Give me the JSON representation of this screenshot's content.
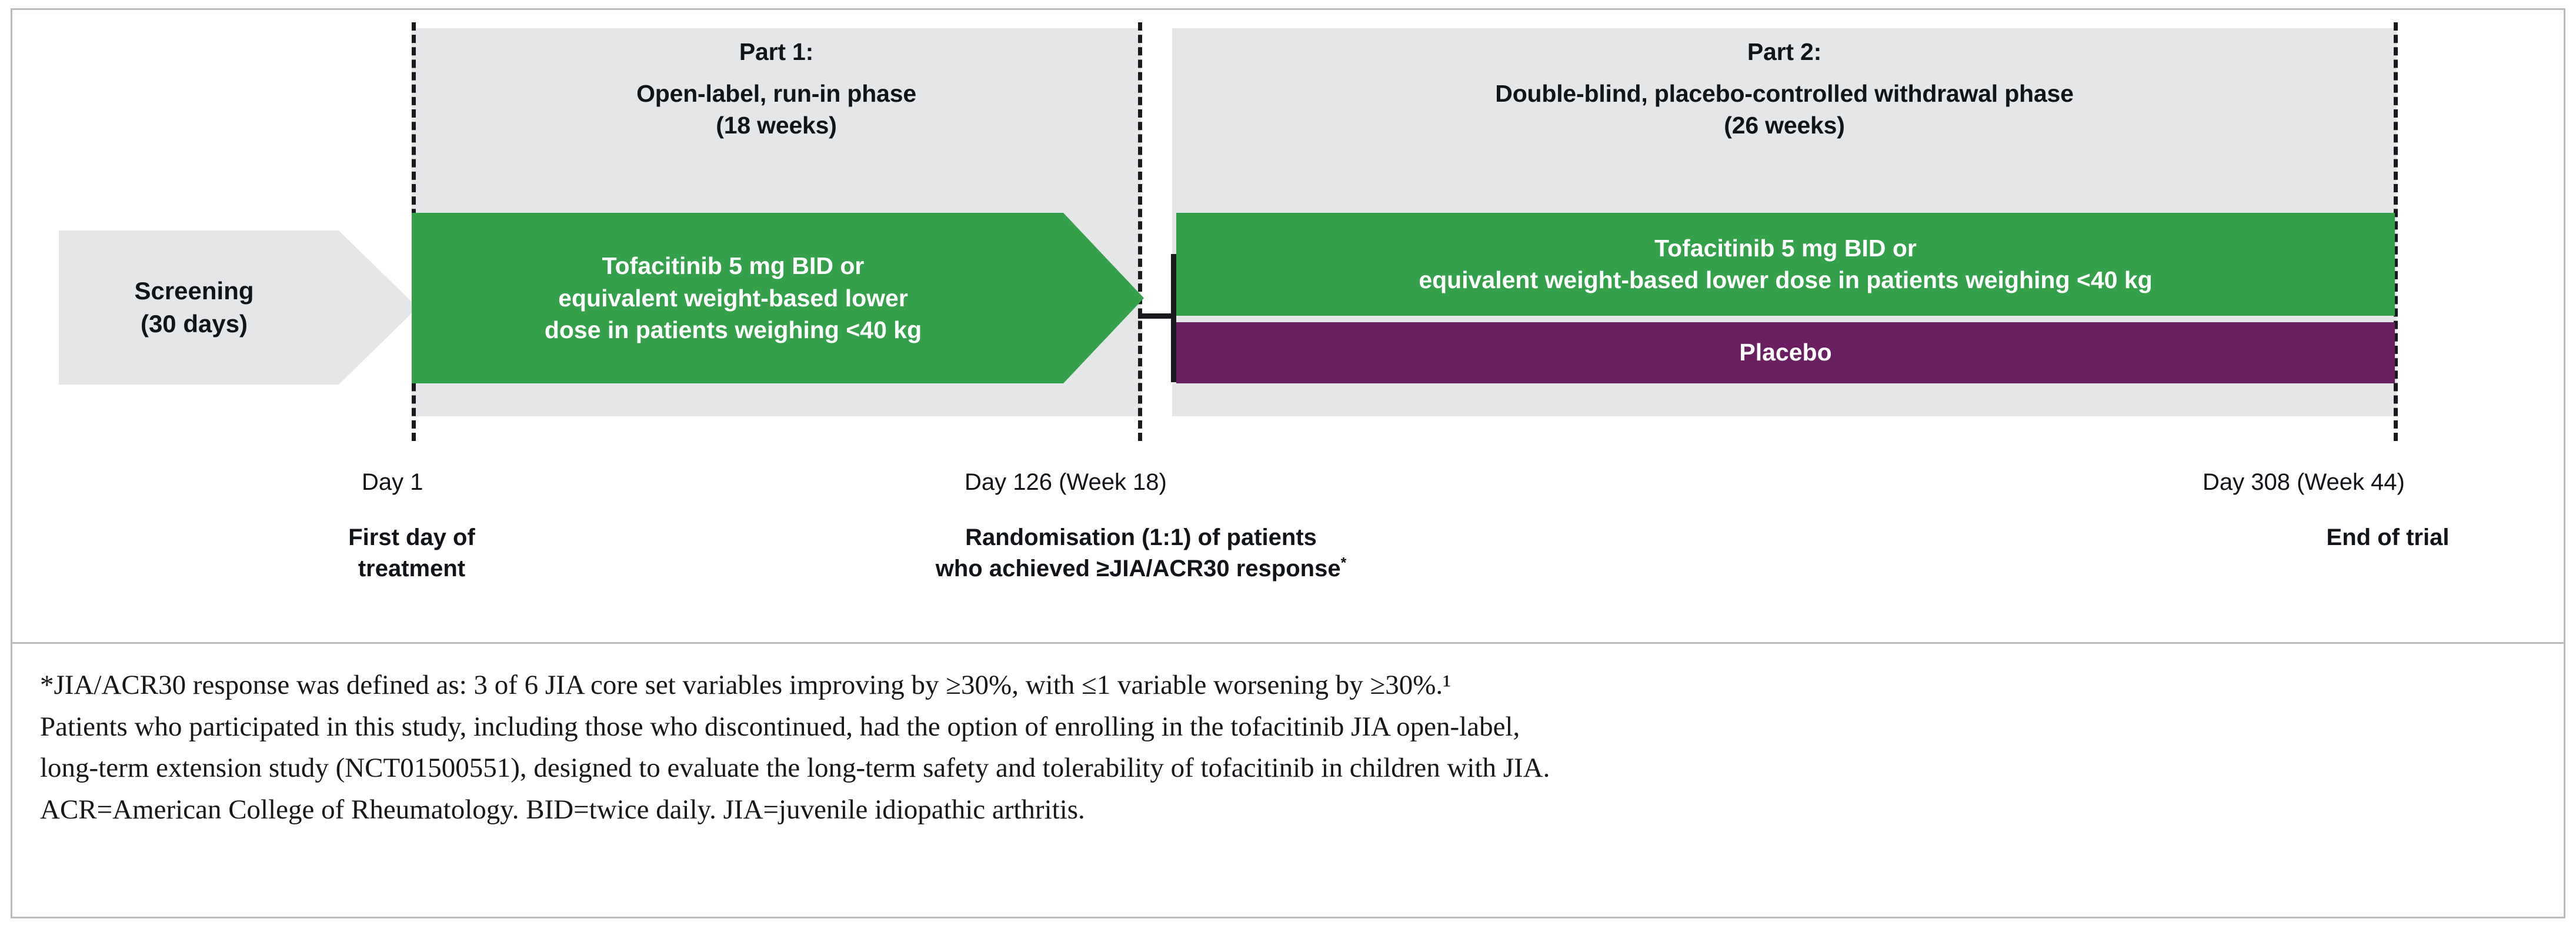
{
  "diagram": {
    "type": "clinical-trial-design-schematic",
    "screening": {
      "line1": "Screening",
      "line2": "(30 days)"
    },
    "part1": {
      "title": "Part 1:",
      "subtitle": "Open-label, run-in phase",
      "duration": "(18 weeks)",
      "arm": {
        "line1": "Tofacitinib 5 mg BID or",
        "line2": "equivalent weight-based lower",
        "line3": "dose in patients weighing <40 kg"
      }
    },
    "part2": {
      "title": "Part 2:",
      "subtitle": "Double-blind, placebo-controlled withdrawal phase",
      "duration": "(26 weeks)",
      "arm_active": {
        "line1": "Tofacitinib 5 mg BID or",
        "line2": "equivalent weight-based lower dose in patients weighing <40 kg"
      },
      "arm_placebo": {
        "label": "Placebo"
      }
    },
    "timeline": [
      {
        "day_label": "Day 1",
        "note_line1": "First day of",
        "note_line2": "treatment"
      },
      {
        "day_label": "Day 126 (Week 18)",
        "note_line1": "Randomisation (1:1) of patients",
        "note_line2": "who achieved ≥JIA/ACR30 response",
        "note_marker": "*"
      },
      {
        "day_label": "Day 308 (Week 44)",
        "note_line1": "End of trial"
      }
    ],
    "colors": {
      "active_arm": "#34a04a",
      "placebo_arm": "#6a2060",
      "phase_panel": "#e4e6e7",
      "rule": "#17191c",
      "border": "#b9bcbe"
    }
  },
  "footnotes": {
    "line1": "*JIA/ACR30 response was defined as: 3 of 6 JIA core set variables improving by ≥30%, with ≤1 variable worsening by ≥30%.¹",
    "line2": "Patients who participated in this study, including those who discontinued, had the option of enrolling in the tofacitinib JIA open-label,",
    "line3": "long-term extension study (NCT01500551), designed to evaluate the long-term safety and tolerability of tofacitinib in children with JIA.",
    "line4": "ACR=American College of Rheumatology. BID=twice daily. JIA=juvenile idiopathic arthritis."
  }
}
